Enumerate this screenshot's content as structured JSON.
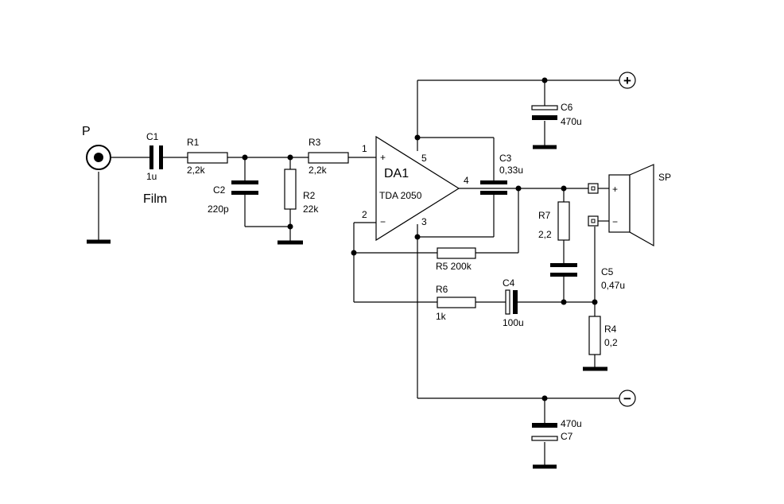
{
  "input_label": "P",
  "labels": {
    "c1": "C1",
    "c1_value": "1u",
    "c1_type": "Film",
    "r1": "R1",
    "r1_value": "2,2k",
    "c2": "C2",
    "c2_value": "220p",
    "r2": "R2",
    "r2_value": "22k",
    "r3": "R3",
    "r3_value": "2,2k",
    "ic": "DA1",
    "ic_part": "TDA 2050",
    "pin1": "1",
    "pin2": "2",
    "pin3": "3",
    "pin4": "4",
    "pin5": "5",
    "in_plus": "+",
    "in_minus": "−",
    "c3": "C3",
    "c3_value": "0,33u",
    "c6": "C6",
    "c6_value": "470u",
    "c7": "C7",
    "c7_value": "470u",
    "r5": "R5 200k",
    "r6": "R6",
    "r6_value": "1k",
    "c4": "C4",
    "c4_value": "100u",
    "r7": "R7",
    "r7_value": "2,2",
    "c5": "C5",
    "c5_value": "0,47u",
    "r4": "R4",
    "r4_value": "0,2",
    "speaker": "SP",
    "sp_plus": "+",
    "sp_minus": "−"
  },
  "supply": {
    "positive": "+",
    "negative": "−"
  }
}
